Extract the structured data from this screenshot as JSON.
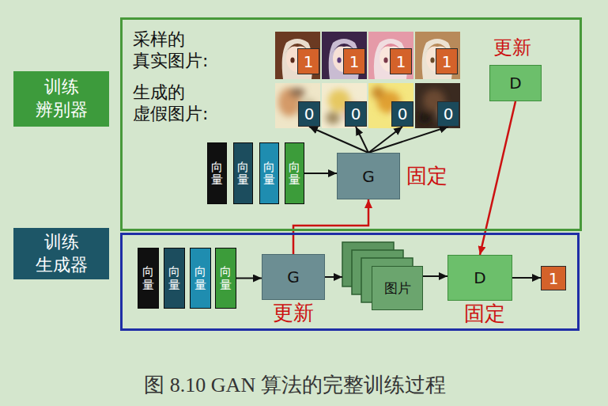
{
  "diagram": {
    "caption": "图 8.10 GAN 算法的完整训练过程",
    "nodes": [
      {
        "text": [
          "训练 辨别器"
        ]
      },
      {
        "text": [
          "1"
        ],
        "in": 0
      },
      {
        "text": [
          "1"
        ],
        "in": 0
      },
      {
        "text": [
          "1"
        ],
        "in": 0
      },
      {
        "text": [
          "1"
        ],
        "in": 0
      },
      {
        "text": [
          "0"
        ],
        "in": 0
      },
      {
        "text": [
          "0"
        ],
        "in": 0
      },
      {
        "text": [
          "0"
        ],
        "in": 0
      },
      {
        "text": [
          "0"
        ],
        "in": 0
      },
      {
        "text": [
          "向量"
        ],
        "in": 0
      },
      {
        "text": [
          "向量"
        ],
        "in": 0
      },
      {
        "text": [
          "向量"
        ],
        "in": 0
      },
      {
        "text": [
          "向量"
        ],
        "in": 0
      },
      {
        "text": [
          "G"
        ],
        "in": 0
      },
      {
        "text": [
          "D"
        ],
        "in": 0
      },
      {
        "text": [
          "训练 生成器"
        ]
      },
      {
        "text": [
          "向量"
        ],
        "in": 15
      },
      {
        "text": [
          "向量"
        ],
        "in": 15
      },
      {
        "text": [
          "向量"
        ],
        "in": 15
      },
      {
        "text": [
          "向量"
        ],
        "in": 15
      },
      {
        "text": [
          "G"
        ],
        "in": 15
      },
      {
        "text": [
          "图片"
        ],
        "in": 15
      },
      {
        "text": [
          "D"
        ],
        "in": 15
      },
      {
        "text": [
          "1"
        ],
        "in": 15
      }
    ],
    "edges": [
      {
        "from": 12,
        "to": 13,
        "arrow": "to"
      },
      {
        "from": 13,
        "to": 5,
        "arrow": "to"
      },
      {
        "from": 13,
        "to": 6,
        "arrow": "to"
      },
      {
        "from": 13,
        "to": 7,
        "arrow": "to"
      },
      {
        "from": 13,
        "to": 8,
        "arrow": "to"
      },
      {
        "from": 14,
        "to": 22,
        "arrow": "to"
      },
      {
        "from": 20,
        "to": 13,
        "arrow": "to"
      },
      {
        "from": 19,
        "to": 20,
        "arrow": "to"
      },
      {
        "from": 20,
        "to": 21,
        "arrow": "to"
      },
      {
        "from": 21,
        "to": 22,
        "arrow": "to"
      },
      {
        "from": 22,
        "to": 23,
        "arrow": "to"
      }
    ],
    "labels": [
      "采样的 真实图片:",
      "生成的 虚假图片:",
      "更新",
      "固定",
      "更新",
      "固定"
    ]
  }
}
